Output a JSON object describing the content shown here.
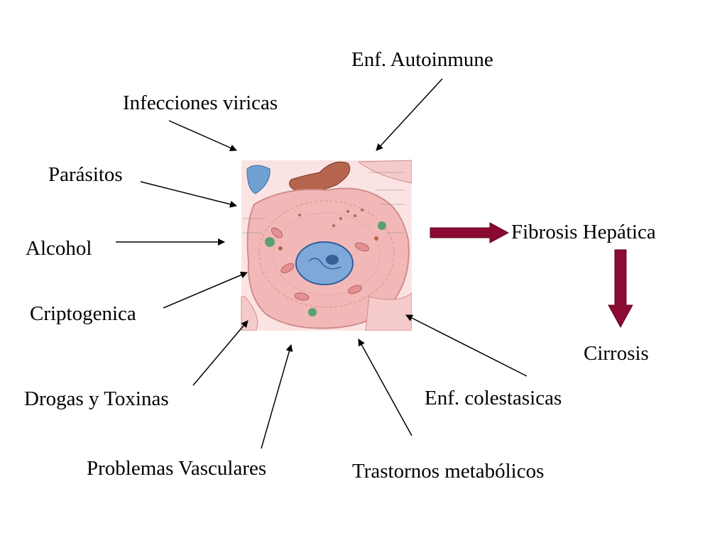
{
  "labels": {
    "autoimmune": "Enf. Autoinmune",
    "viral": "Infecciones viricas",
    "parasites": "Parásitos",
    "alcohol": "Alcohol",
    "cryptogenic": "Criptogenica",
    "drugs": "Drogas y Toxinas",
    "vascular": "Problemas Vasculares",
    "metabolic": "Trastornos metabólicos",
    "cholestatic": "Enf. colestasicas",
    "fibrosis": "Fibrosis Hepática",
    "cirrhosis": "Cirrosis"
  },
  "colors": {
    "block_arrow": "#8b0a32",
    "cell_body": "#f2b8b8",
    "nucleus": "#7fa8d8",
    "text": "#000000"
  },
  "figure": {
    "description_icon": "hepatocyte-illustration"
  }
}
